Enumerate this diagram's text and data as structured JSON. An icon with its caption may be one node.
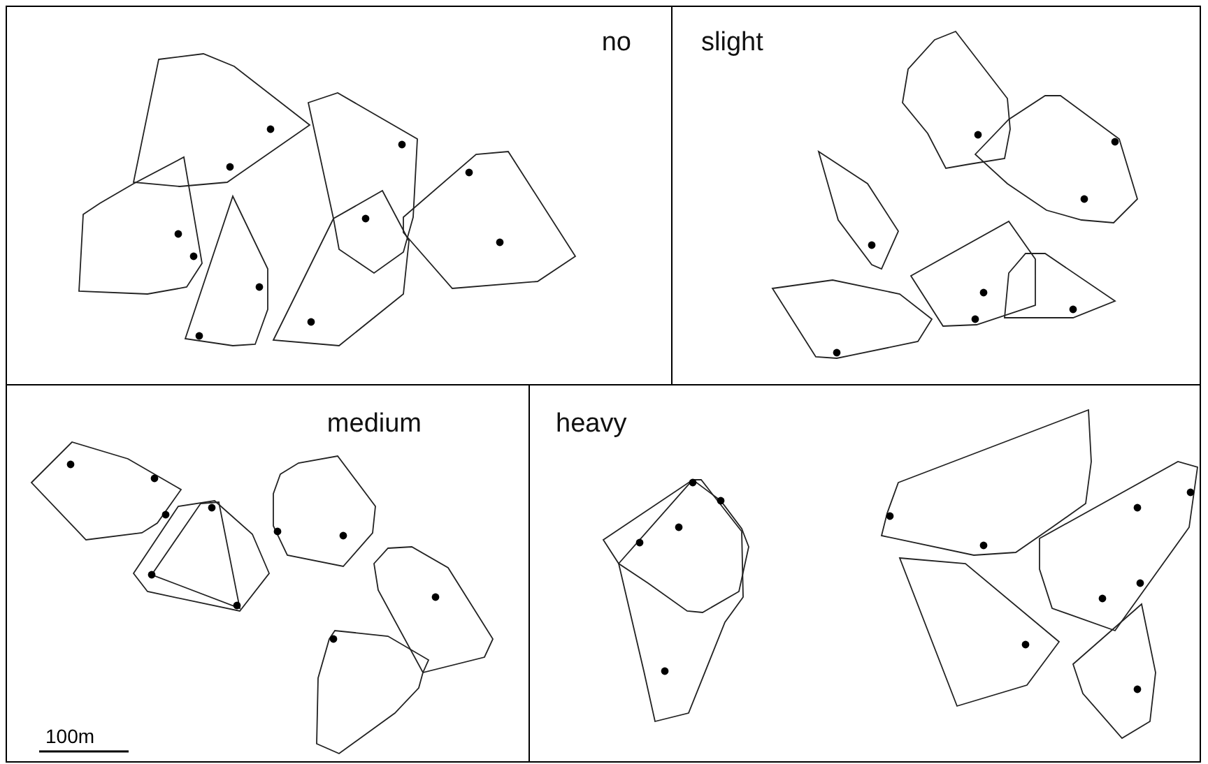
{
  "diagram": {
    "nodes": [
      {
        "text": [
          "no"
        ]
      },
      {
        "text": [
          "slight"
        ]
      },
      {
        "text": [
          "medium"
        ]
      },
      {
        "text": [
          "heavy"
        ]
      }
    ],
    "labels": [
      "100m"
    ]
  }
}
